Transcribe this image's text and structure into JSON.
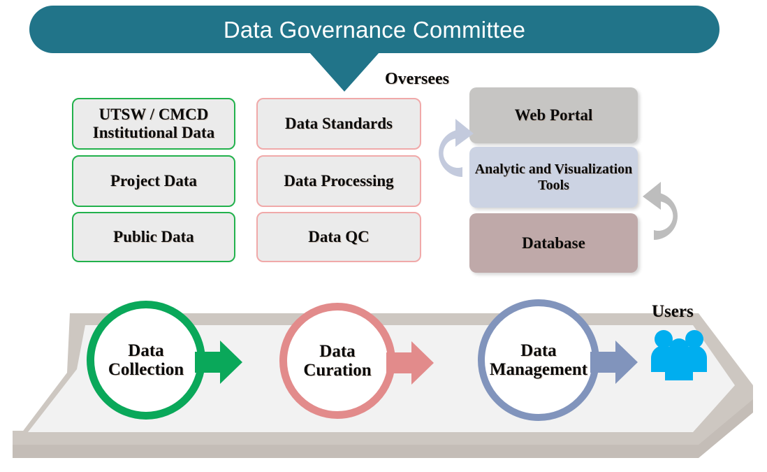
{
  "header": {
    "title": "Data Governance Committee",
    "banner_color": "#217489",
    "oversees_label": "Oversees"
  },
  "columns": {
    "sources": {
      "border_color": "#22b14c",
      "fill_color": "#ebebeb",
      "items": [
        {
          "label": "UTSW / CMCD Institutional Data"
        },
        {
          "label": "Project Data"
        },
        {
          "label": "Public Data"
        }
      ]
    },
    "processes": {
      "border_color": "#f0a9a9",
      "fill_color": "#ebebeb",
      "items": [
        {
          "label": "Data Standards"
        },
        {
          "label": "Data Processing"
        },
        {
          "label": "Data QC"
        }
      ]
    },
    "systems": {
      "items": [
        {
          "label": "Web Portal",
          "color": "#c6c5c3"
        },
        {
          "label": "Analytic and Visualization Tools",
          "color": "#ccd3e3"
        },
        {
          "label": "Database",
          "color": "#bfa9a9"
        }
      ]
    }
  },
  "cycle_arrows": {
    "left": {
      "name": "refresh-arrow-left",
      "color": "#c3cadd"
    },
    "right": {
      "name": "refresh-arrow-right",
      "color": "#bdbdbd"
    }
  },
  "pipeline": {
    "band_fill": "#f2f2f2",
    "band_bevel": "#cdc7c1",
    "band_shadow": "#bfb8b2",
    "stages": [
      {
        "label": "Data Collection",
        "color": "#0aa85a"
      },
      {
        "label": "Data Curation",
        "color": "#e28b8b"
      },
      {
        "label": "Data Management",
        "color": "#8194bc"
      }
    ],
    "arrows": [
      {
        "name": "pipeline-arrow-1",
        "color": "#0aa85a"
      },
      {
        "name": "pipeline-arrow-2",
        "color": "#e28b8b"
      },
      {
        "name": "pipeline-arrow-3",
        "color": "#8194bc"
      }
    ],
    "users": {
      "label": "Users",
      "icon": "users-group-icon",
      "icon_color": "#00aeef"
    }
  }
}
